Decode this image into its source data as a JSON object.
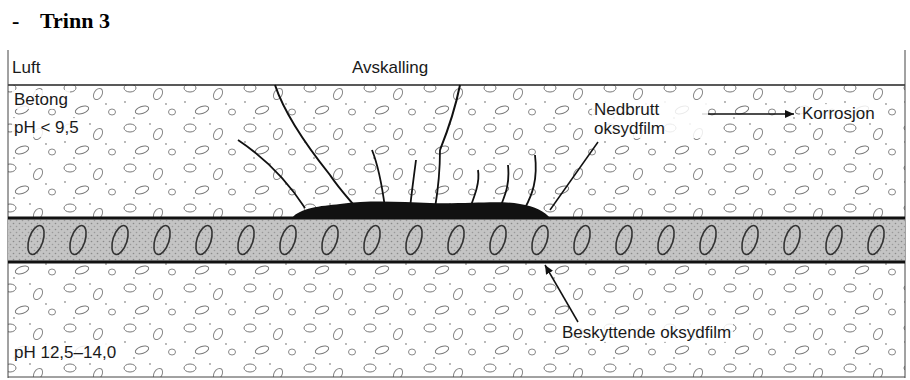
{
  "diagram": {
    "title": "Trinn 3",
    "labels": [
      "-",
      "Luft",
      "Avskalling",
      "Betong",
      "pH < 9,5",
      "Nedbrutt oksydfilm",
      "Korrosjon",
      "pH 12,5–14,0",
      "Beskyttende oksydfilm"
    ]
  }
}
